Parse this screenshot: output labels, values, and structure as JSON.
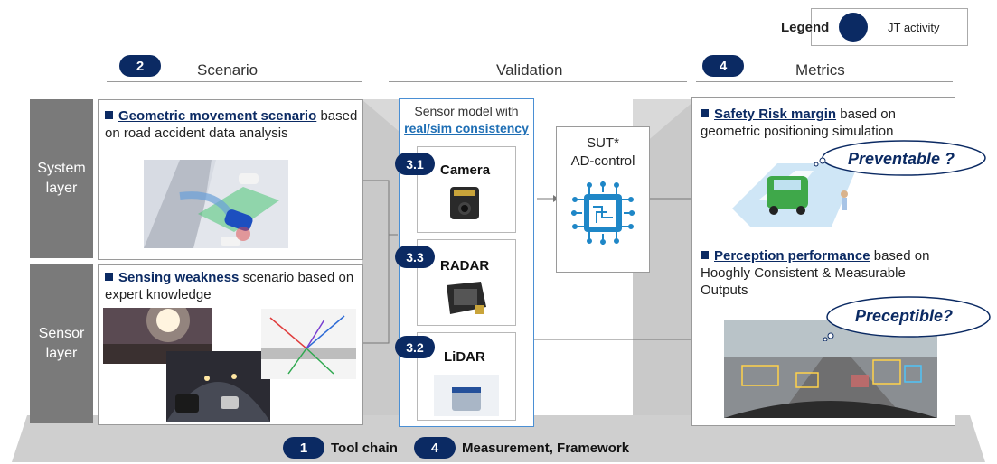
{
  "legend": {
    "title": "Legend",
    "item": "JT activity"
  },
  "columns": {
    "scenario": {
      "badge": "2",
      "title": "Scenario"
    },
    "validation": {
      "title": "Validation"
    },
    "metrics": {
      "badge": "4",
      "title": "Metrics"
    }
  },
  "layers": {
    "system": "System layer",
    "sensor": "Sensor layer"
  },
  "system_scenario": {
    "heading": "Geometric movement scenario",
    "text": "based on road accident data analysis"
  },
  "sensor_scenario": {
    "heading": "Sensing weakness",
    "text": "scenario based on expert knowledge"
  },
  "sensor_model": {
    "line1": "Sensor model with",
    "line2": "real/sim consistency",
    "sensors": [
      {
        "badge": "3.1",
        "name": "Camera"
      },
      {
        "badge": "3.3",
        "name": "RADAR"
      },
      {
        "badge": "3.2",
        "name": "LiDAR"
      }
    ]
  },
  "sut": {
    "line1": "SUT*",
    "line2": "AD-control"
  },
  "metrics_system": {
    "heading": "Safety Risk margin",
    "text": "based on geometric positioning simulation",
    "cloud": "Preventable ?"
  },
  "metrics_sensor": {
    "heading": "Perception performance",
    "text": "based on Hooghly Consistent & Measurable Outputs",
    "cloud": "Preceptible?"
  },
  "footer": {
    "items": [
      {
        "badge": "1",
        "label": "Tool chain"
      },
      {
        "badge": "4",
        "label": "Measurement, Framework"
      }
    ]
  },
  "colors": {
    "navy": "#0b2a63",
    "accent_blue": "#1f6fb5",
    "gray_layer": "#7a7a7a",
    "platform": "#cfcfcf"
  }
}
